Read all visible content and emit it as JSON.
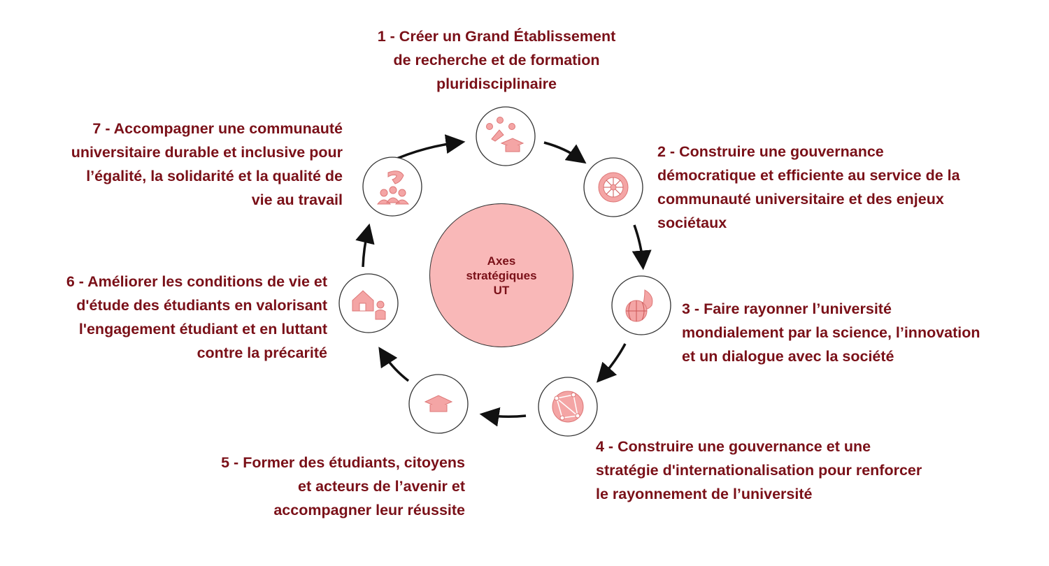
{
  "center_label": [
    "Axes",
    "stratégiques",
    "UT"
  ],
  "colors": {
    "text": "#7a1018",
    "hub_fill": "#f9b8b8",
    "icon": "#f0a0a0"
  },
  "axes": [
    {
      "lines": [
        "1 - Créer un Grand Établissement",
        "de recherche et de formation",
        "pluridisciplinaire"
      ],
      "icon": "students-graduation-icon"
    },
    {
      "lines": [
        "2 - Construire une gouvernance",
        "démocratique et efficiente au service de la",
        "communauté universitaire et des enjeux",
        "sociétaux"
      ],
      "icon": "gear-icon"
    },
    {
      "lines": [
        "3 - Faire rayonner l’université",
        "mondialement par la science, l’innovation",
        "et un dialogue avec la société"
      ],
      "icon": "globe-flame-icon"
    },
    {
      "lines": [
        "4 - Construire une gouvernance et une",
        "stratégie d'internationalisation pour renforcer",
        "le rayonnement de l’université"
      ],
      "icon": "network-globe-icon"
    },
    {
      "lines": [
        "5 - Former des étudiants, citoyens",
        "et acteurs de l’avenir et",
        "accompagner leur réussite"
      ],
      "icon": "graduation-cap-icon"
    },
    {
      "lines": [
        "6 - Améliorer les conditions de vie et",
        "d'étude des étudiants en valorisant",
        "l'engagement étudiant et en luttant",
        "contre la précarité"
      ],
      "icon": "house-person-icon"
    },
    {
      "lines": [
        "7 - Accompagner une communauté",
        "universitaire durable et inclusive pour",
        "l’égalité, la solidarité et la qualité de",
        "vie au travail"
      ],
      "icon": "community-hand-icon"
    }
  ]
}
